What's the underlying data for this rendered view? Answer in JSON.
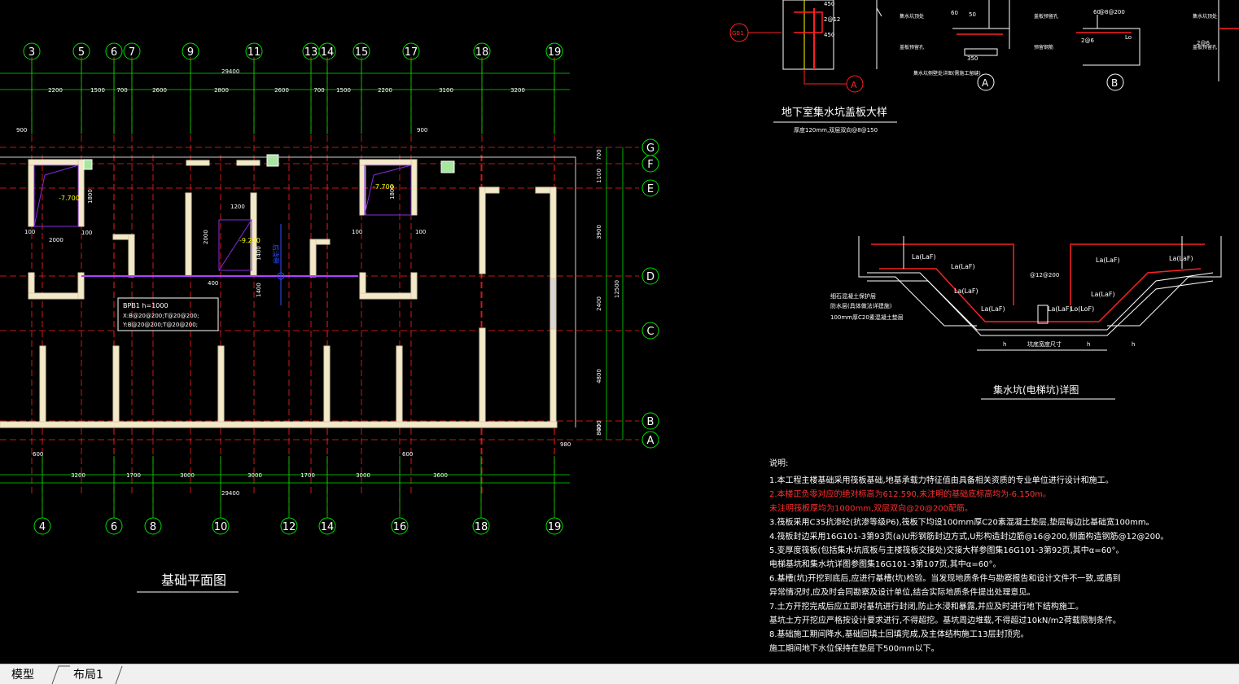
{
  "tabs": {
    "model": "模型",
    "layout1": "布局1"
  },
  "plan": {
    "title": "基础平面图",
    "total_dim": "29400",
    "top_axes": [
      "3",
      "5",
      "6",
      "7",
      "9",
      "11",
      "13",
      "14",
      "15",
      "17",
      "18",
      "19"
    ],
    "bottom_axes": [
      "4",
      "6",
      "8",
      "10",
      "12",
      "14",
      "16",
      "18",
      "19"
    ],
    "right_axes": [
      "G",
      "F",
      "E",
      "D",
      "C",
      "B",
      "A"
    ],
    "top_dims": [
      "2200",
      "1500",
      "700",
      "2600",
      "2800",
      "2600",
      "700",
      "1500",
      "2200",
      "3100",
      "3200"
    ],
    "bottom_dims": [
      "3200",
      "1700",
      "3000",
      "3000",
      "1700",
      "3000",
      "3600"
    ],
    "right_dims": [
      "700",
      "1100",
      "3900",
      "2400",
      "4800",
      "400",
      "800"
    ],
    "right_total": "12500",
    "left_edge_dims": [
      "900",
      "600"
    ],
    "pit_levels": [
      "-7.700",
      "-9.200",
      "-7.700"
    ],
    "pit_dims": [
      "1800",
      "2000",
      "100",
      "1200",
      "2000",
      "1400",
      "400",
      "1400",
      "1800",
      "100",
      "900",
      "600",
      "980"
    ],
    "slab_label_1": "BPB1  h=1000",
    "slab_label_2": "X:B@20@200;T@20@200;",
    "slab_label_3": "Y:B@20@200;T@20@200;",
    "axis_label": "后浇带"
  },
  "detail_cover": {
    "title": "地下室集水坑盖板大样",
    "note": "厚度120mm,双层双向@8@150",
    "a_label": "A",
    "b_label": "B",
    "c_label": "A",
    "marks": [
      "60",
      "50",
      "350",
      "450",
      "2@12",
      "60",
      "@8@200",
      "Lo",
      "2@6",
      "2@6",
      "450"
    ],
    "texts": [
      "集水坑顶处",
      "盖板预留孔",
      "盖板预留孔",
      "预留钢筋",
      "集水坑顶处",
      "盖板预留孔",
      "集水坑侧壁处详图(需施工留缝)"
    ]
  },
  "detail_pit": {
    "title": "集水坑(电梯坑)详图",
    "labels": [
      "La(LaF)",
      "La(LaF)",
      "La(LaF)",
      "La(LaF)",
      "La(LaF)",
      "Lo(LoF)",
      "La(LaF)",
      "La(LaF)",
      "La(LaF)"
    ],
    "dim": "@12@200",
    "legend": [
      "细石混凝土保护层",
      "防水层(具体做法详建施)",
      "100mm厚C20素混凝土垫层"
    ],
    "bottom_labels": [
      "h",
      "h",
      "坑底宽度尺寸",
      "h"
    ]
  },
  "notes": {
    "heading": "说明:",
    "lines": [
      "1.本工程主楼基础采用筏板基础,地基承载力特征值由具备相关资质的专业单位进行设计和施工。",
      "2.本楼正负零对应的绝对标高为612.590,未注明的基础底标高均为-6.150m。",
      "   未注明筏板厚均为1000mm,双层双向@20@200配筋。",
      "3.筏板采用C35抗渗砼(抗渗等级P6),筏板下均设100mm厚C20素混凝土垫层,垫层每边比基础宽100mm。",
      "4.筏板封边采用16G101-3第93页(a)U形钢筋封边方式,U形构造封边筋@16@200,侧面构造钢筋@12@200。",
      "5.变厚度筏板(包括集水坑底板与主楼筏板交接处)交接大样参图集16G101-3第92页,其中α=60°。",
      "   电梯基坑和集水坑详图参图集16G101-3第107页,其中α=60°。",
      "6.基槽(坑)开挖到底后,应进行基槽(坑)检验。当发现地质条件与勘察报告和设计文件不一致,或遇到",
      "   异常情况时,应及时会同勘察及设计单位,结合实际地质条件提出处理意见。",
      "7.土方开挖完成后应立即对基坑进行封闭,防止水浸和暴露,并应及时进行地下结构施工。",
      "   基坑土方开挖应严格按设计要求进行,不得超挖。基坑周边堆载,不得超过10kN/m2荷载限制条件。",
      "8.基础施工期间降水,基础回填土回填完成,及主体结构施工13层封顶完。",
      "   施工期间地下水位保持在垫层下500mm以下。"
    ]
  },
  "colors": {
    "axis": "#00e000",
    "grid": "#ff2020",
    "wall": "#ffffff",
    "wall_fill": "#f3e9c8",
    "dim": "#00e000",
    "pit": "#8a2be2",
    "text": "#ffffff",
    "red_text": "#ff3030",
    "blue": "#3050ff",
    "yellow": "#ffff00"
  }
}
